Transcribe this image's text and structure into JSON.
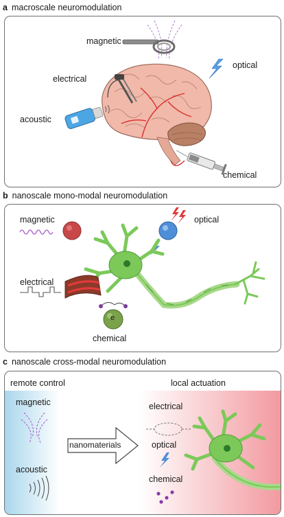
{
  "panel_a": {
    "letter": "a",
    "title": "macroscale neuromodulation",
    "labels": {
      "magnetic": "magnetic",
      "optical": "optical",
      "electrical": "electrical",
      "acoustic": "acoustic",
      "chemical": "chemical"
    }
  },
  "panel_b": {
    "letter": "b",
    "title": "nanoscale mono-modal neuromodulation",
    "labels": {
      "magnetic": "magnetic",
      "optical": "optical",
      "electrical": "electrical",
      "chemical": "chemical",
      "electron": "e"
    }
  },
  "panel_c": {
    "letter": "c",
    "title": "nanoscale cross-modal neuromodulation",
    "remote_title": "remote control",
    "local_title": "local actuation",
    "remote_labels": {
      "magnetic": "magnetic",
      "acoustic": "acoustic"
    },
    "arrow_label": "nanomaterials",
    "local_labels": {
      "electrical": "electrical",
      "optical": "optical",
      "chemical": "chemical"
    }
  },
  "colors": {
    "neuron_green": "#7cc95a",
    "brain_pink": "#f1b9a9",
    "vessel_red": "#d92d2d",
    "magnetic_purple": "#a557c6",
    "optical_blue": "#4f8fd8",
    "remote_blue": "#a9d7ec",
    "local_pink": "#f29aa0"
  }
}
